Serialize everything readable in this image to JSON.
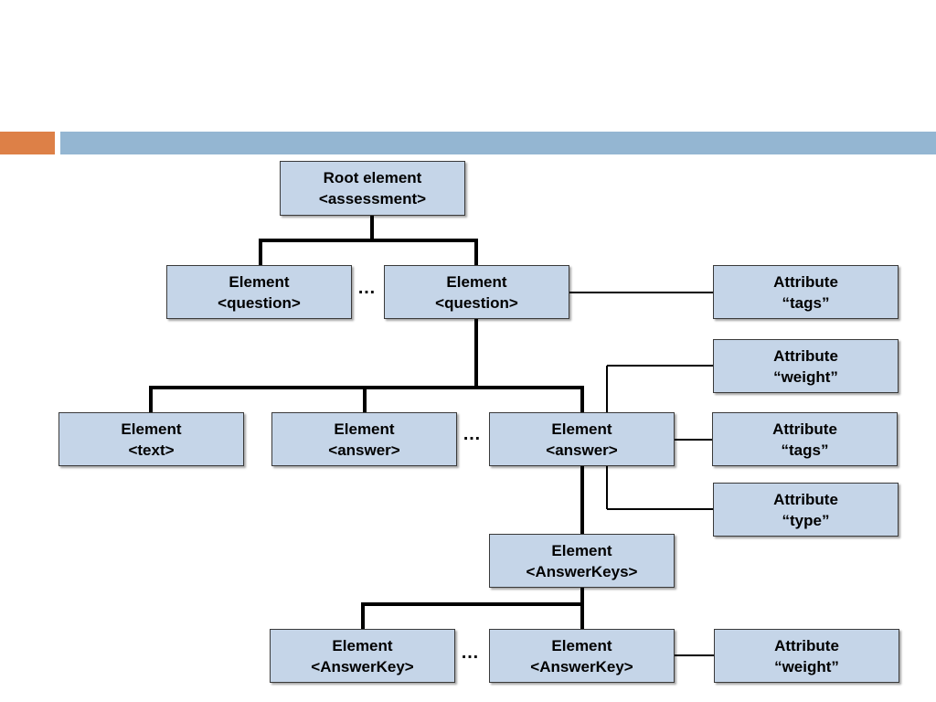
{
  "nodes": {
    "root": {
      "type": "Root  element",
      "tag": "<assessment>"
    },
    "question1": {
      "type": "Element",
      "tag": "<question>"
    },
    "question2": {
      "type": "Element",
      "tag": "<question>"
    },
    "question_tags": {
      "type": "Attribute",
      "tag": "“tags”"
    },
    "answer_weight": {
      "type": "Attribute",
      "tag": "“weight”"
    },
    "text": {
      "type": "Element",
      "tag": "<text>"
    },
    "answer1": {
      "type": "Element",
      "tag": "<answer>"
    },
    "answer2": {
      "type": "Element",
      "tag": "<answer>"
    },
    "answer_tags": {
      "type": "Attribute",
      "tag": "“tags”"
    },
    "answer_type": {
      "type": "Attribute",
      "tag": "“type”"
    },
    "answerkeys": {
      "type": "Element",
      "tag": "<AnswerKeys>"
    },
    "answerkey1": {
      "type": "Element",
      "tag": "<AnswerKey>"
    },
    "answerkey2": {
      "type": "Element",
      "tag": "<AnswerKey>"
    },
    "answerkey_weight": {
      "type": "Attribute",
      "tag": "“weight”"
    }
  },
  "ellipses": {
    "questions": "…",
    "answers": "…",
    "answerkeys": "…"
  }
}
